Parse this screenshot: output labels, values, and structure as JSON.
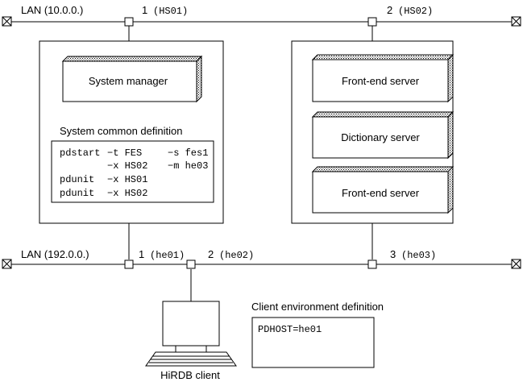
{
  "lans": [
    {
      "label": "LAN (10.0.0.)"
    },
    {
      "label": "LAN (192.0.0.)"
    }
  ],
  "ports": {
    "top_left": {
      "num": "1",
      "host": "(HS01)"
    },
    "top_right": {
      "num": "2",
      "host": "(HS02)"
    },
    "bottom_1": {
      "num": "1",
      "host": "(he01)"
    },
    "bottom_2": {
      "num": "2",
      "host": "(he02)"
    },
    "bottom_3": {
      "num": "3",
      "host": "(he03)"
    }
  },
  "left_host": {
    "server": "System manager",
    "definition_title": "System common definition",
    "definition_lines": [
      {
        "c1": "pdstart",
        "c2": "−t FES",
        "c3": "−s fes1"
      },
      {
        "c1": "",
        "c2": "−x HS02",
        "c3": "−m he03"
      },
      {
        "c1": "pdunit",
        "c2": "−x HS01",
        "c3": ""
      },
      {
        "c1": "pdunit",
        "c2": "−x HS02",
        "c3": ""
      }
    ]
  },
  "right_host": {
    "servers": [
      "Front-end server",
      "Dictionary server",
      "Front-end server"
    ]
  },
  "client": {
    "label": "HiRDB client",
    "env_title": "Client environment definition",
    "env_value": "PDHOST=he01"
  }
}
